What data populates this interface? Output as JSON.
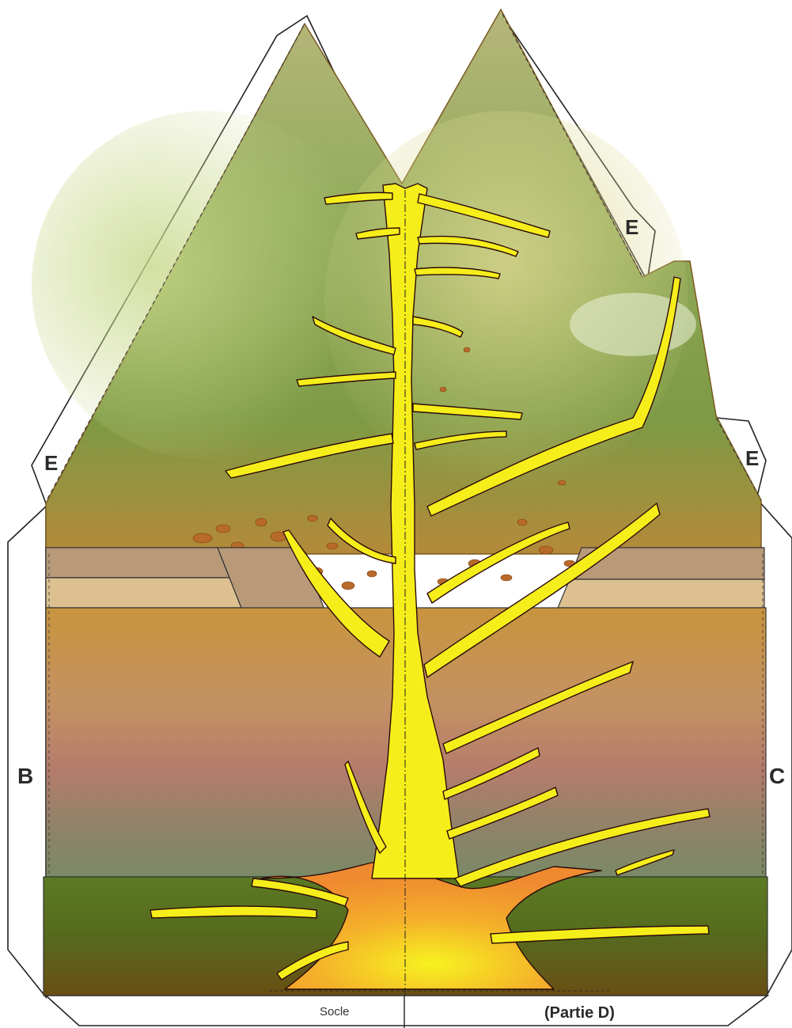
{
  "labels": {
    "edge_left_top": "E",
    "edge_right_top": "E",
    "edge_right_mid": "E",
    "side_left": "B",
    "side_right": "C",
    "base_left": "Socle",
    "base_right": "(Partie D)"
  },
  "colors": {
    "outline": "#222222",
    "magma_dark": "#7a0014",
    "magma_mid": "#d4183a",
    "magma_orange": "#f08a2a",
    "magma_yellow": "#f4e81c",
    "mountain_green": "#8aa55a",
    "mountain_tan": "#c8a060",
    "strata_light": "#d9bb87",
    "strata_mid": "#b79670",
    "base_olive": "#556b22"
  }
}
